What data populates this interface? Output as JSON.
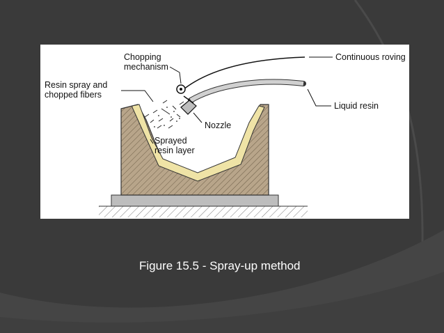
{
  "slide": {
    "caption": "Figure 15.5 - Spray-up method",
    "background_color": "#3a3a3a",
    "swoosh_color": "#4a4a4a"
  },
  "diagram": {
    "labels": {
      "chopping_mechanism_line1": "Chopping",
      "chopping_mechanism_line2": "mechanism",
      "continuous_roving": "Continuous roving",
      "resin_spray_line1": "Resin spray and",
      "resin_spray_line2": "chopped fibers",
      "liquid_resin": "Liquid resin",
      "nozzle": "Nozzle",
      "sprayed_layer_line1": "Sprayed",
      "sprayed_layer_line2": "resin layer"
    },
    "colors": {
      "mold": "#b8a58a",
      "resin_layer": "#efe3a6",
      "base_plate": "#bdbdbd",
      "hose": "#d0d0d0"
    }
  }
}
